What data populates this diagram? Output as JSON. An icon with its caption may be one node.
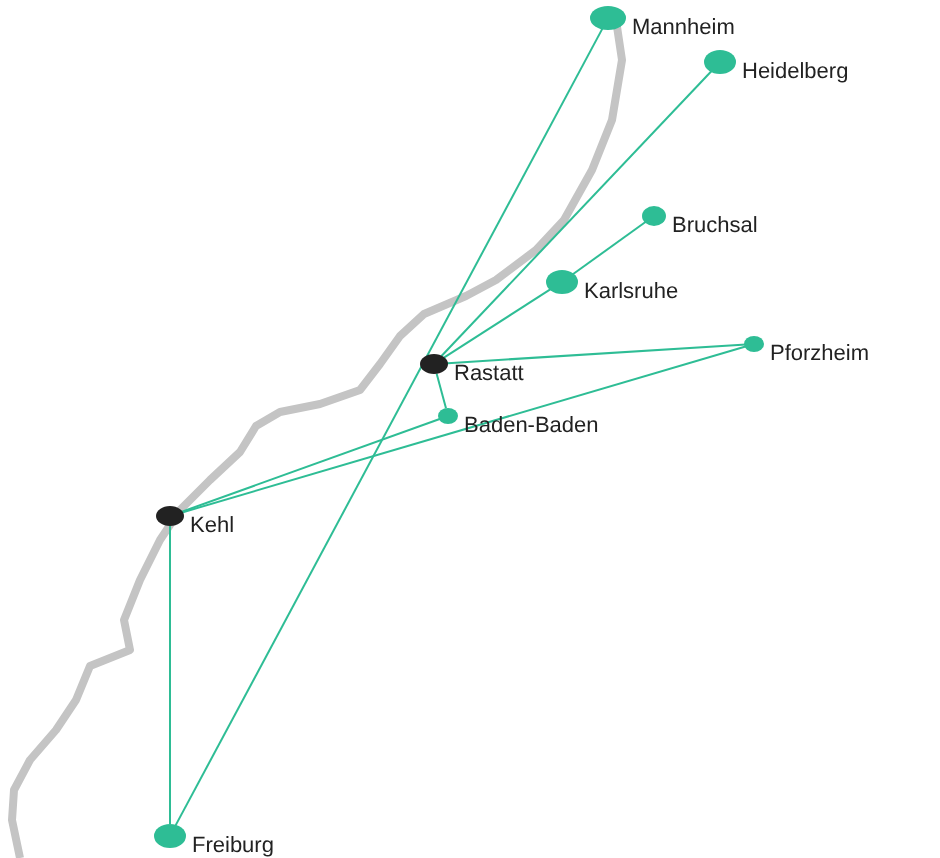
{
  "diagram": {
    "nodes": [
      {
        "text": [
          "Mannheim"
        ]
      },
      {
        "text": [
          "Heidelberg"
        ]
      },
      {
        "text": [
          "Bruchsal"
        ]
      },
      {
        "text": [
          "Karlsruhe"
        ]
      },
      {
        "text": [
          "Rastatt"
        ]
      },
      {
        "text": [
          "Pforzheim"
        ]
      },
      {
        "text": [
          "Baden-Baden"
        ]
      },
      {
        "text": [
          "Kehl"
        ]
      },
      {
        "text": [
          "Freiburg"
        ]
      }
    ],
    "edges": [
      {
        "from": 8,
        "to": 0,
        "arrow": "none"
      },
      {
        "from": 4,
        "to": 1,
        "arrow": "none"
      },
      {
        "from": 4,
        "to": 3,
        "arrow": "none"
      },
      {
        "from": 3,
        "to": 2,
        "arrow": "none"
      },
      {
        "from": 4,
        "to": 5,
        "arrow": "none"
      },
      {
        "from": 4,
        "to": 6,
        "arrow": "none"
      },
      {
        "from": 7,
        "to": 6,
        "arrow": "none"
      },
      {
        "from": 7,
        "to": 5,
        "arrow": "none"
      },
      {
        "from": 7,
        "to": 8,
        "arrow": "none"
      }
    ]
  }
}
